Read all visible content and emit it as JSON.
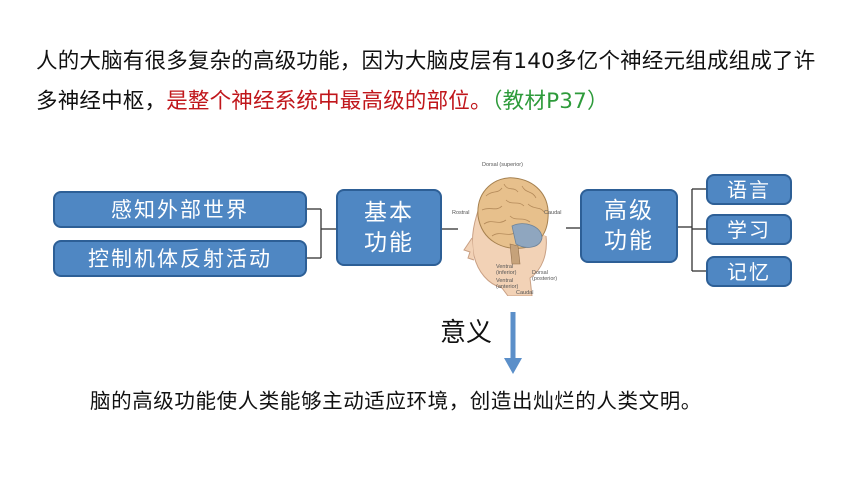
{
  "intro": {
    "text_normal": "人的大脑有很多复杂的高级功能，因为大脑皮层有140多亿个神经元组成组成了许多神经中枢，",
    "text_red": "是整个神经系统中最高级的部位。",
    "text_green": "（教材P37）"
  },
  "diagram": {
    "left_items": [
      "感知外部世界",
      "控制机体反射活动"
    ],
    "basic_function": "基本功能",
    "high_function": "高级功能",
    "right_items": [
      "语言",
      "学习",
      "记忆"
    ],
    "brain_labels": {
      "dorsal": "Dorsal (superior)",
      "rostral": "Rostral",
      "caudal": "Caudal",
      "ventral": "Ventral (inferior)",
      "ventral2": "Ventral (anterior)",
      "dorsal2": "Dorsal (posterior)",
      "caudal2": "Caudal"
    },
    "colors": {
      "box_fill": "#4f87c3",
      "box_border": "#2d5f96",
      "arrow": "#5b8fc9"
    }
  },
  "meaning": "意义",
  "conclusion": "脑的高级功能使人类能够主动适应环境，创造出灿烂的人类文明。"
}
